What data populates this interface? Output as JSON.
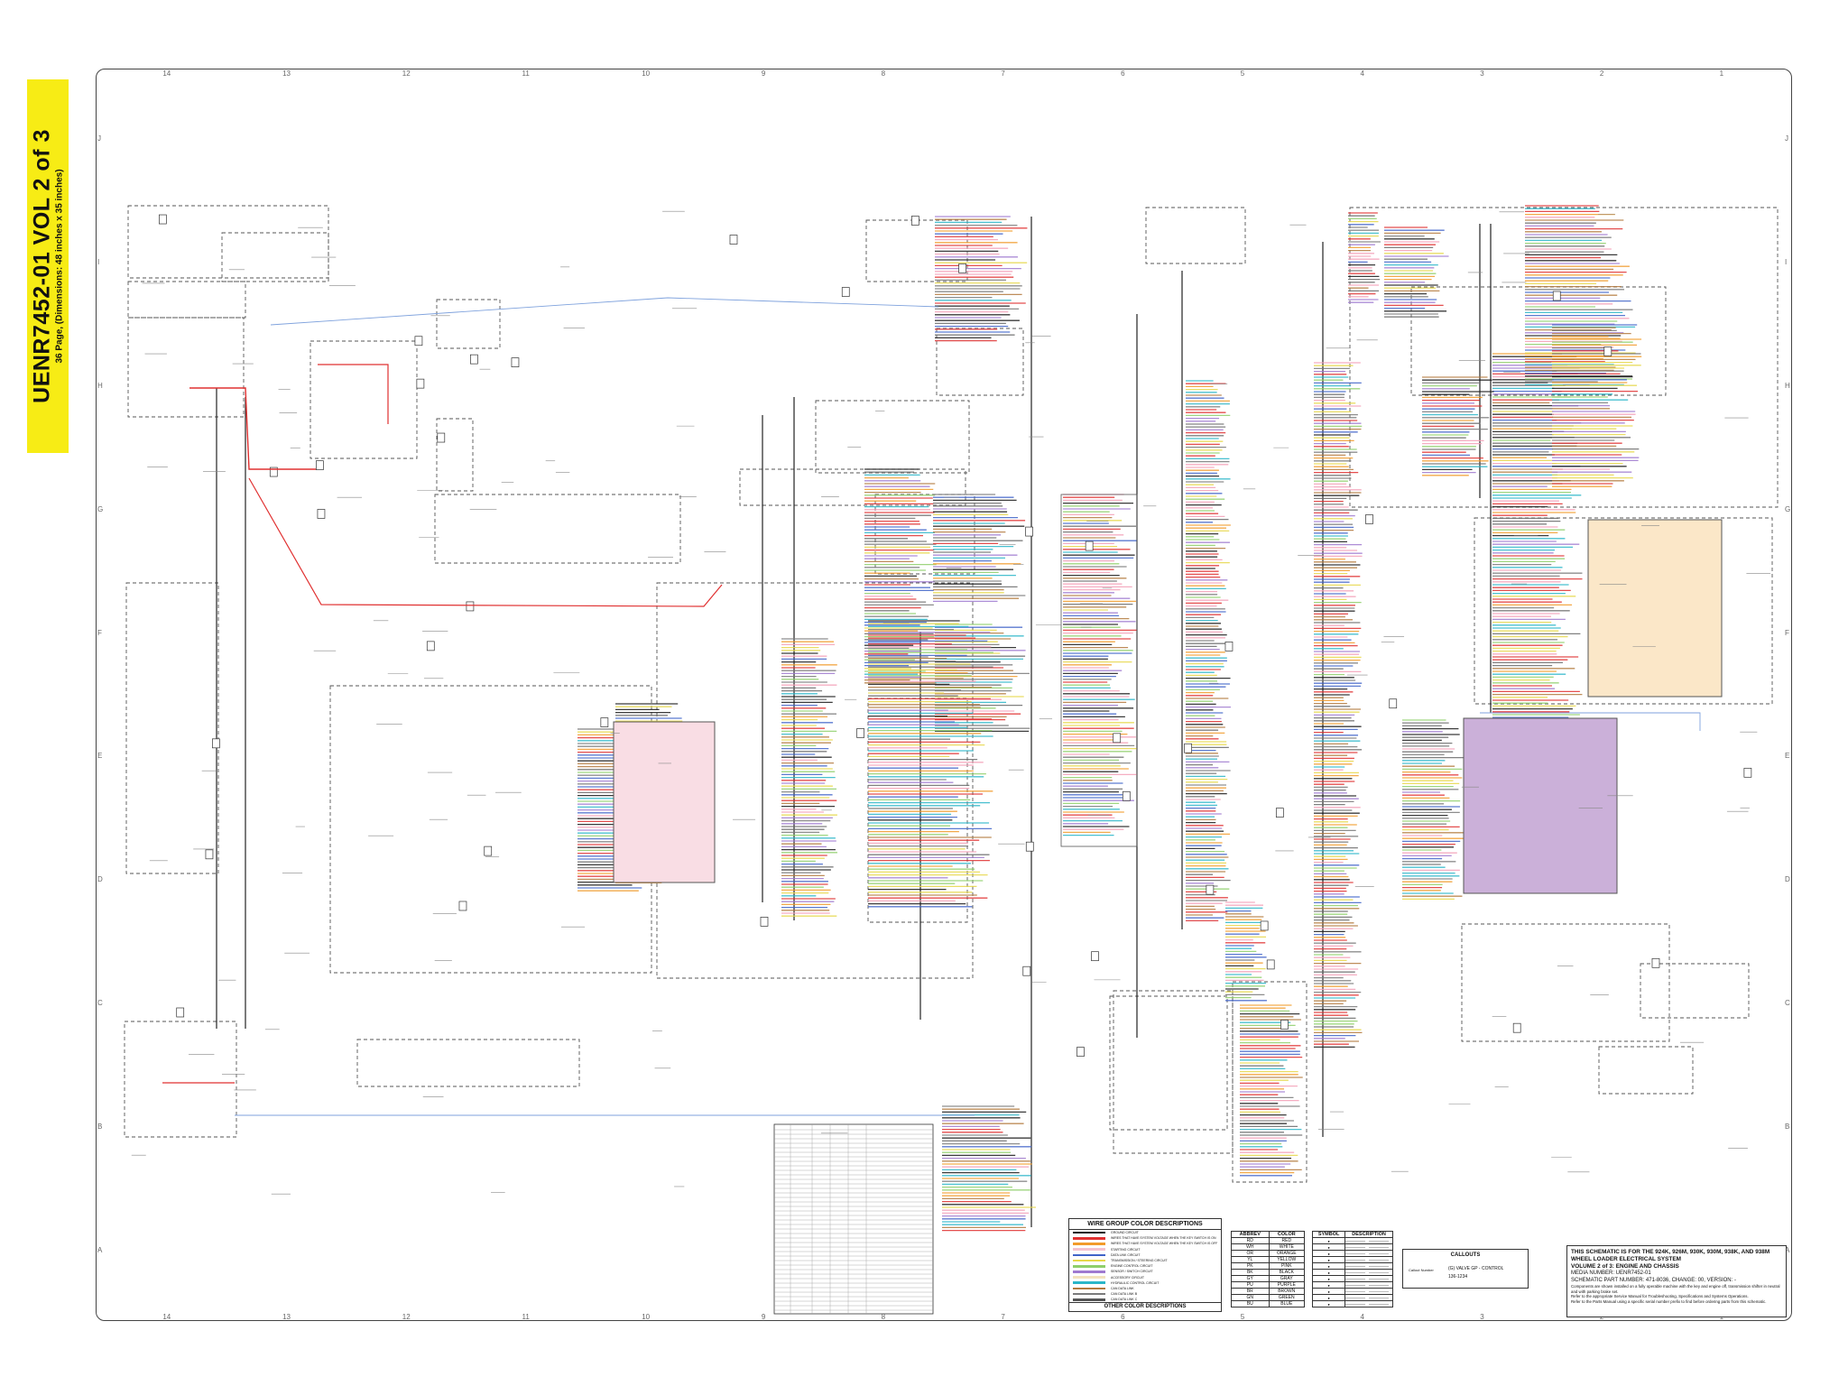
{
  "banner": {
    "title": "UENR7452-01 VOL 2 of 3",
    "subtitle": "36 Page, (Dimensions: 48 inches x 35 inches)"
  },
  "zones": {
    "columns": [
      "14",
      "13",
      "12",
      "11",
      "10",
      "9",
      "8",
      "7",
      "6",
      "5",
      "4",
      "3",
      "2",
      "1"
    ],
    "rows": [
      "J",
      "I",
      "H",
      "G",
      "F",
      "E",
      "D",
      "C",
      "B",
      "A"
    ]
  },
  "wire_group_legend": {
    "title": "WIRE GROUP COLOR DESCRIPTIONS",
    "items": [
      {
        "color": "#1a1a1a",
        "label": "GROUND CIRCUIT"
      },
      {
        "color": "#e03030",
        "label": "WIRES THAT HAVE SYSTEM VOLTAGE WHEN THE KEY SWITCH IS ON"
      },
      {
        "color": "#f29b2a",
        "label": "WIRES THAT HAVE SYSTEM VOLTAGE WHEN THE KEY SWITCH IS OFF"
      },
      {
        "color": "#f4c2cf",
        "label": "STARTING CIRCUIT"
      },
      {
        "color": "#3f63c8",
        "label": "DATA LINK CIRCUIT"
      },
      {
        "color": "#e7d84a",
        "label": "TRANSMISSION / STEERING CIRCUIT"
      },
      {
        "color": "#8fcf6a",
        "label": "ENGINE CONTROL CIRCUIT"
      },
      {
        "color": "#9f7ad0",
        "label": "SENSOR / SWITCH CIRCUIT"
      },
      {
        "color": "#f3e2bd",
        "label": "ACCESSORY CIRCUIT"
      },
      {
        "color": "#2ab6c8",
        "label": "HYDRAULIC CONTROL CIRCUIT"
      },
      {
        "color": "#b37a3e",
        "label": "CAN DATA LINK"
      },
      {
        "color": "#7a7a7a",
        "label": "CAN DATA LINK B"
      },
      {
        "color": "#555555",
        "label": "CAN DATA LINK C"
      }
    ],
    "other_title": "OTHER COLOR DESCRIPTIONS"
  },
  "color_abbrev": {
    "headers": [
      "ABBREV",
      "COLOR"
    ],
    "rows": [
      [
        "RD",
        "RED"
      ],
      [
        "WH",
        "WHITE"
      ],
      [
        "OR",
        "ORANGE"
      ],
      [
        "YL",
        "YELLOW"
      ],
      [
        "PK",
        "PINK"
      ],
      [
        "BK",
        "BLACK"
      ],
      [
        "GY",
        "GRAY"
      ],
      [
        "PU",
        "PURPLE"
      ],
      [
        "BR",
        "BROWN"
      ],
      [
        "GN",
        "GREEN"
      ],
      [
        "BU",
        "BLUE"
      ]
    ]
  },
  "symbols": {
    "headers": [
      "SYMBOL",
      "DESCRIPTION"
    ]
  },
  "callouts": {
    "title": "CALLOUTS",
    "label_left": "Callout Number",
    "text": "(G) VALVE GP - CONTROL",
    "part": "136-1234"
  },
  "title_block": {
    "line1": "THIS SCHEMATIC IS FOR THE 924K, 926M, 930K, 930M, 938K, AND 938M",
    "line2": "WHEEL LOADER ELECTRICAL SYSTEM",
    "line3": "VOLUME 2 of 3: ENGINE AND CHASSIS",
    "line4": "MEDIA NUMBER: UENR7452-01",
    "line5": "SCHEMATIC PART NUMBER: 471-8036, CHANGE: 00, VERSION: -",
    "line6": "Components are shown installed on a fully operable machine with the key and engine off, transmission shifter in neutral and with parking brake set.",
    "line7": "Refer to the appropriate Service Manual for Troubleshooting, Specifications and Systems Operations.",
    "line8": "Refer to the Parts Manual using a specific serial number prefix to find before ordering parts from this schematic."
  },
  "colors": {
    "banner": "#f7ec15",
    "frame": "#444444",
    "module_pink": "#f9dde4",
    "module_purple": "#cbb0d9",
    "module_tan": "#fbe7c8"
  }
}
